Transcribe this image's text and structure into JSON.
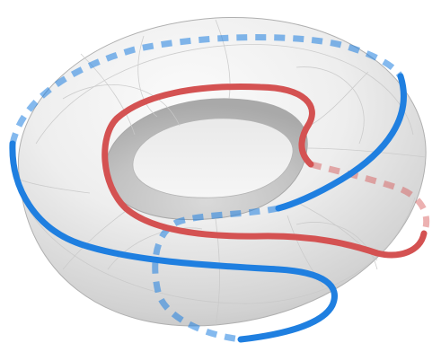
{
  "figure": {
    "surface": "torus",
    "colors": {
      "background": "#ffffff",
      "surface_light": "#f7f7f7",
      "surface_mid": "#dedede",
      "surface_dark": "#b9b9b9",
      "grid": "#c9c9c9",
      "blue_curve": "#1f7fe0",
      "red_curve": "#d45252"
    },
    "curves": [
      {
        "id": "blue-curve",
        "color_key": "blue_curve",
        "front_style": "solid",
        "back_style": "dashed"
      },
      {
        "id": "red-curve",
        "color_key": "red_curve",
        "front_style": "solid",
        "back_style": "dashed"
      }
    ]
  }
}
